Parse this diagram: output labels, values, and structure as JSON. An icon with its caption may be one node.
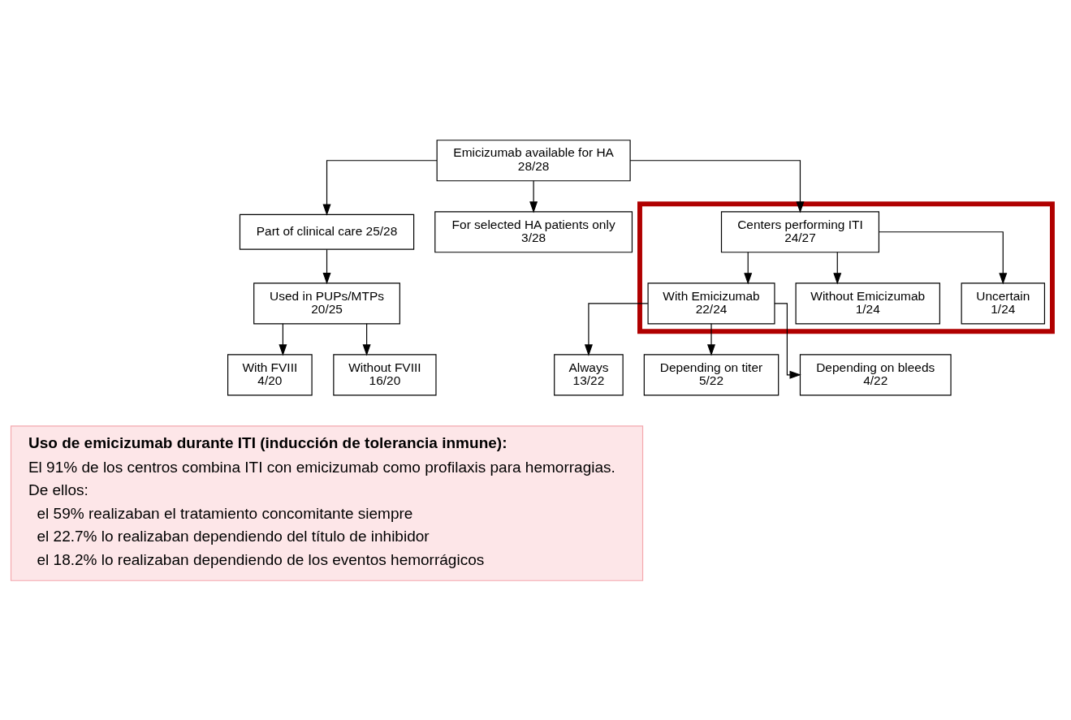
{
  "diagram": {
    "nodes": [
      {
        "text": [
          "Emicizumab available for HA",
          "28/28"
        ]
      },
      {
        "text": [],
        "shape": "box"
      },
      {
        "text": [
          "Centers performing ITI",
          "24/27"
        ],
        "in": 1
      },
      {
        "text": [
          "Part of clinical care 25/28"
        ]
      },
      {
        "text": [
          "For selected HA patients only",
          "3/28"
        ]
      },
      {
        "text": [
          "With Emicizumab",
          "22/24"
        ],
        "in": 1
      },
      {
        "text": [
          "Without Emicizumab",
          "1/24"
        ],
        "in": 1
      },
      {
        "text": [
          "Uncertain",
          "1/24"
        ],
        "in": 1
      },
      {
        "text": [
          "Used in PUPs/MTPs",
          "20/25"
        ]
      },
      {
        "text": [
          "Always",
          "13/22"
        ]
      },
      {
        "text": [
          "Depending on titer",
          "5/22"
        ]
      },
      {
        "text": [
          "Depending on bleeds",
          "4/22"
        ]
      },
      {
        "text": [
          "With FVIII",
          "4/20"
        ]
      },
      {
        "text": [
          "Without FVIII",
          "16/20"
        ]
      },
      {
        "text": [
          "Uso de emicizumab durante ITI (inducción de tolerancia inmune):",
          "El 91% de los centros combina ITI con emicizumab como profilaxis para hemorragias.",
          "De ellos:",
          "el 59% realizaban el tratamiento concomitante siempre",
          "el 22.7% lo realizaban dependiendo del título de inhibidor",
          "el 18.2% lo realizaban dependiendo de los eventos hemorrágicos"
        ]
      }
    ],
    "edges": [
      {
        "from": 0,
        "to": 2,
        "arrow": "to"
      },
      {
        "from": 0,
        "to": 3,
        "arrow": "to"
      },
      {
        "from": 0,
        "to": 4,
        "arrow": "to"
      },
      {
        "from": 2,
        "to": 5,
        "arrow": "to"
      },
      {
        "from": 2,
        "to": 6,
        "arrow": "to"
      },
      {
        "from": 2,
        "to": 7,
        "arrow": "to"
      },
      {
        "from": 3,
        "to": 8,
        "arrow": "to"
      },
      {
        "from": 5,
        "to": 9,
        "arrow": "to"
      },
      {
        "from": 5,
        "to": 10,
        "arrow": "to"
      },
      {
        "from": 5,
        "to": 11,
        "arrow": "to"
      },
      {
        "from": 8,
        "to": 12,
        "arrow": "to"
      },
      {
        "from": 8,
        "to": 13,
        "arrow": "to"
      }
    ]
  }
}
